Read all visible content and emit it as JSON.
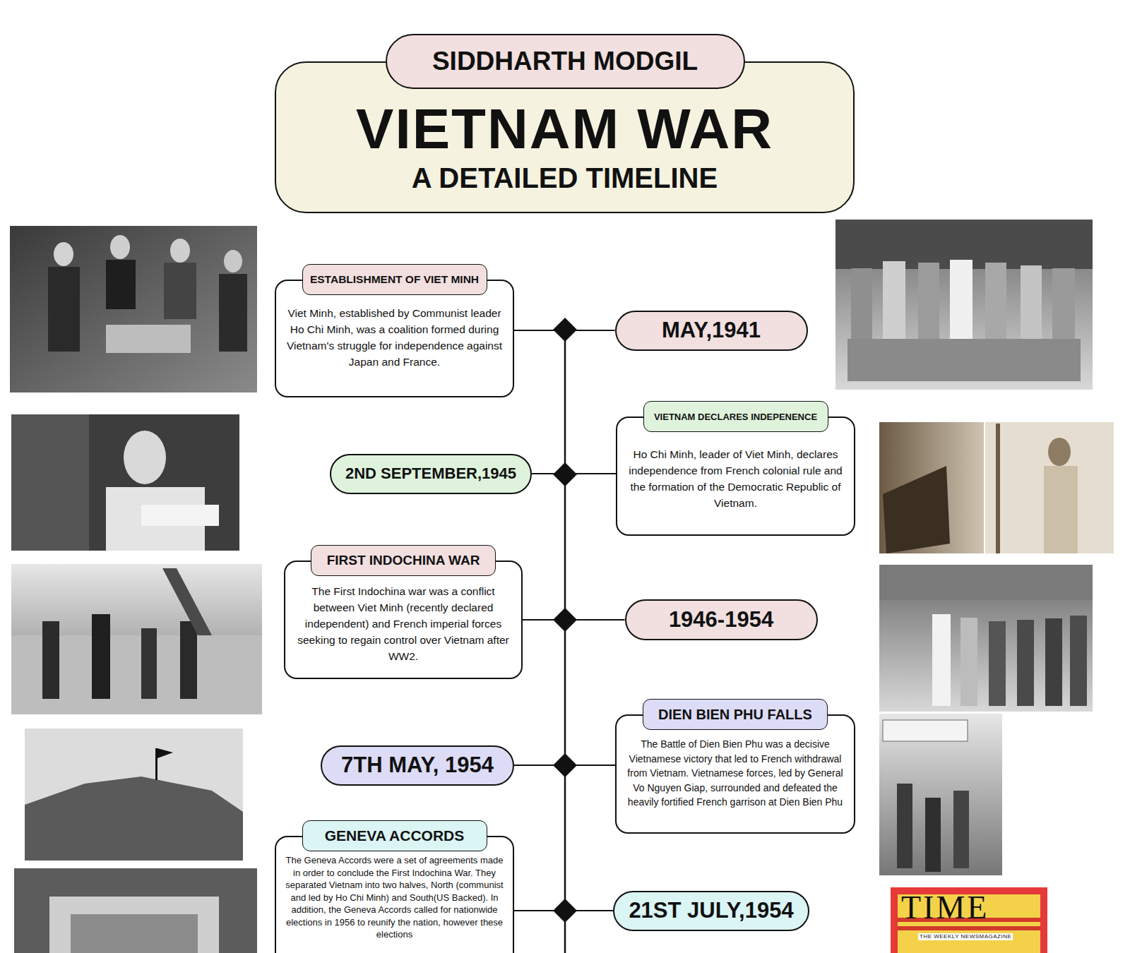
{
  "diagram": {
    "nodes": [
      {
        "text": [
          "SIDDHARTH MODGIL"
        ]
      },
      {
        "text": [
          "VIETNAM WAR",
          "A DETAILED TIMELINE"
        ]
      },
      {
        "text": [
          "ESTABLISHMENT OF VIET MINH",
          "Viet Minh, established by Communist leader Ho Chi Minh, was a coalition formed during Vietnam's struggle for independence against Japan and France."
        ]
      },
      {
        "text": [
          "MAY,1941"
        ]
      },
      {
        "text": [
          "2ND SEPTEMBER,1945"
        ]
      },
      {
        "text": [
          "VIETNAM DECLARES INDEPENENCE",
          "Ho Chi Minh, leader of Viet Minh, declares independence from French colonial rule and the formation of the Democratic Republic of Vietnam."
        ]
      },
      {
        "text": [
          "FIRST INDOCHINA WAR",
          "The First Indochina war was a conflict between Viet Minh (recently declared independent) and French imperial forces seeking to regain control over Vietnam after WW2."
        ]
      },
      {
        "text": [
          "1946-1954"
        ]
      },
      {
        "text": [
          "7TH MAY, 1954"
        ]
      },
      {
        "text": [
          "DIEN BIEN PHU FALLS",
          "The Battle of Dien Bien Phu was a decisive Vietnamese victory that led to French withdrawal from Vietnam. Vietnamese forces, led by General Vo Nguyen Giap, surrounded and defeated the heavily fortified French garrison at Dien Bien Phu"
        ]
      },
      {
        "text": [
          "GENEVA ACCORDS",
          "The Geneva Accords were a set of agreements made in order to conclude the First Indochina War. They separated Vietnam into two halves, North (communist and led by Ho Chi Minh) and South(US Backed). In addition, the Geneva Accords called for nationwide elections in 1956 to reunify the nation, however these elections"
        ]
      },
      {
        "text": [
          "21ST JULY,1954"
        ]
      }
    ],
    "edges": [
      {
        "from": 2,
        "to": 3,
        "arrow": "none"
      },
      {
        "from": 4,
        "to": 5,
        "arrow": "none"
      },
      {
        "from": 6,
        "to": 7,
        "arrow": "none"
      },
      {
        "from": 8,
        "to": 9,
        "arrow": "none"
      },
      {
        "from": 10,
        "to": 11,
        "arrow": "none"
      }
    ],
    "labels": [
      "TIME",
      "THE WEEKLY NEWSMAGAZINE"
    ]
  }
}
